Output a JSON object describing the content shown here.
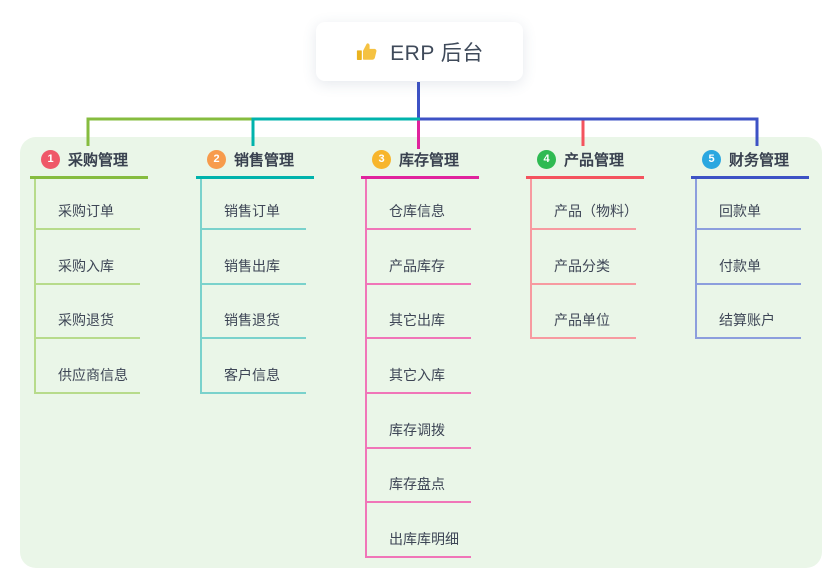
{
  "root": {
    "label": "ERP 后台",
    "icon": "thumbs-up"
  },
  "canvas": {
    "background": "#ffffff",
    "panel_background": "#eaf6e8",
    "root_connector_color": "#3d52c5"
  },
  "branches": [
    {
      "badge": "1",
      "title": "采购管理",
      "badge_color": "#ef5868",
      "accent_color": "#86bc3f",
      "child_line_color": "#b7db8b",
      "children": [
        "采购订单",
        "采购入库",
        "采购退货",
        "供应商信息"
      ]
    },
    {
      "badge": "2",
      "title": "销售管理",
      "badge_color": "#f79b4c",
      "accent_color": "#00b3ac",
      "child_line_color": "#7ad2cc",
      "children": [
        "销售订单",
        "销售出库",
        "销售退货",
        "客户信息"
      ]
    },
    {
      "badge": "3",
      "title": "库存管理",
      "badge_color": "#f7b52c",
      "accent_color": "#e0239d",
      "child_line_color": "#f075b8",
      "children": [
        "仓库信息",
        "产品库存",
        "其它出库",
        "其它入库",
        "库存调拨",
        "库存盘点",
        "出库库明细"
      ]
    },
    {
      "badge": "4",
      "title": "产品管理",
      "badge_color": "#2fba52",
      "accent_color": "#f4535e",
      "child_line_color": "#f79aa0",
      "children": [
        "产品（物料）",
        "产品分类",
        "产品单位"
      ]
    },
    {
      "badge": "5",
      "title": "财务管理",
      "badge_color": "#2aa7e0",
      "accent_color": "#3d52c5",
      "child_line_color": "#8c9edd",
      "children": [
        "回款单",
        "付款单",
        "结算账户"
      ]
    }
  ]
}
